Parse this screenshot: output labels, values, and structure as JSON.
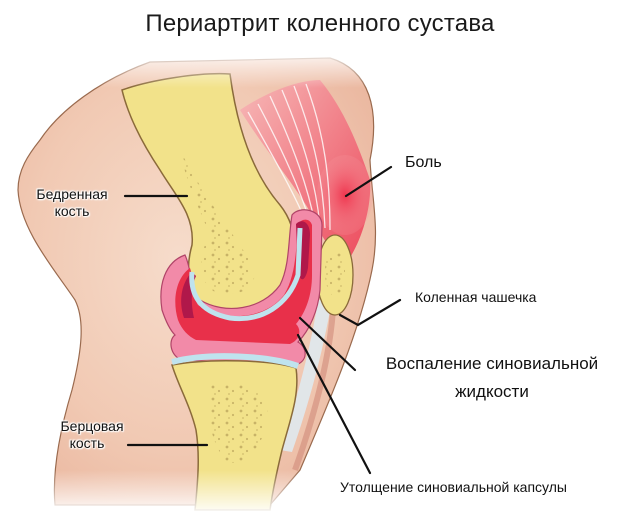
{
  "title": "Периартрит коленного сустава",
  "labels": {
    "femur": {
      "line1": "Бедренная",
      "line2": "кость"
    },
    "tibia": {
      "line1": "Берцовая",
      "line2": "кость"
    },
    "pain": "Боль",
    "patella": "Коленная чашечка",
    "synovial_inflammation": {
      "line1": "Воспаление синовиальной",
      "line2": "жидкости"
    },
    "capsule_thickening": "Утолщение синовиальной капсулы"
  },
  "colors": {
    "skin": "#f2cdb4",
    "skin_shadow": "#e3aa92",
    "bone": "#f2e28a",
    "bone_edge": "#8a6a3a",
    "cartilage": "#bfe3ee",
    "synovial": "#e8304a",
    "synovial_dark": "#b0184a",
    "capsule": "#f28aa8",
    "muscle": "#f06a7a",
    "leader_line": "#111111"
  }
}
